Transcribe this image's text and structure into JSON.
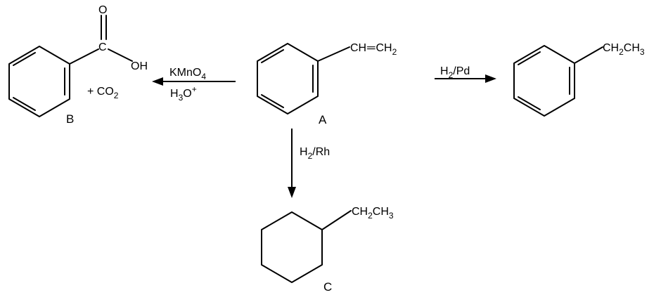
{
  "compounds": {
    "a": {
      "label": "A",
      "substituent": {
        "left": "CH",
        "bond": "═",
        "right": "CH",
        "right_sub": "2"
      }
    },
    "b": {
      "label": "B",
      "carbon": "C",
      "carbonyl_o": "O",
      "hydroxyl": "OH",
      "byproduct": {
        "prefix": "+ CO",
        "sub": "2"
      }
    },
    "c": {
      "label": "C",
      "substituent": {
        "p1": "CH",
        "s1": "2",
        "p2": "CH",
        "s2": "3"
      }
    },
    "d": {
      "substituent": {
        "p1": "CH",
        "s1": "2",
        "p2": "CH",
        "s2": "3"
      }
    }
  },
  "reactions": {
    "oxidation": {
      "reagent1": {
        "main": "KMnO",
        "sub": "4"
      },
      "reagent2": {
        "main": "H",
        "sub": "3",
        "tail": "O",
        "sup": "+"
      }
    },
    "hydrogenation_pd": {
      "main": "H",
      "sub": "2",
      "tail": "/Pd"
    },
    "hydrogenation_rh": {
      "main": "H",
      "sub": "2",
      "tail": "/Rh"
    }
  }
}
